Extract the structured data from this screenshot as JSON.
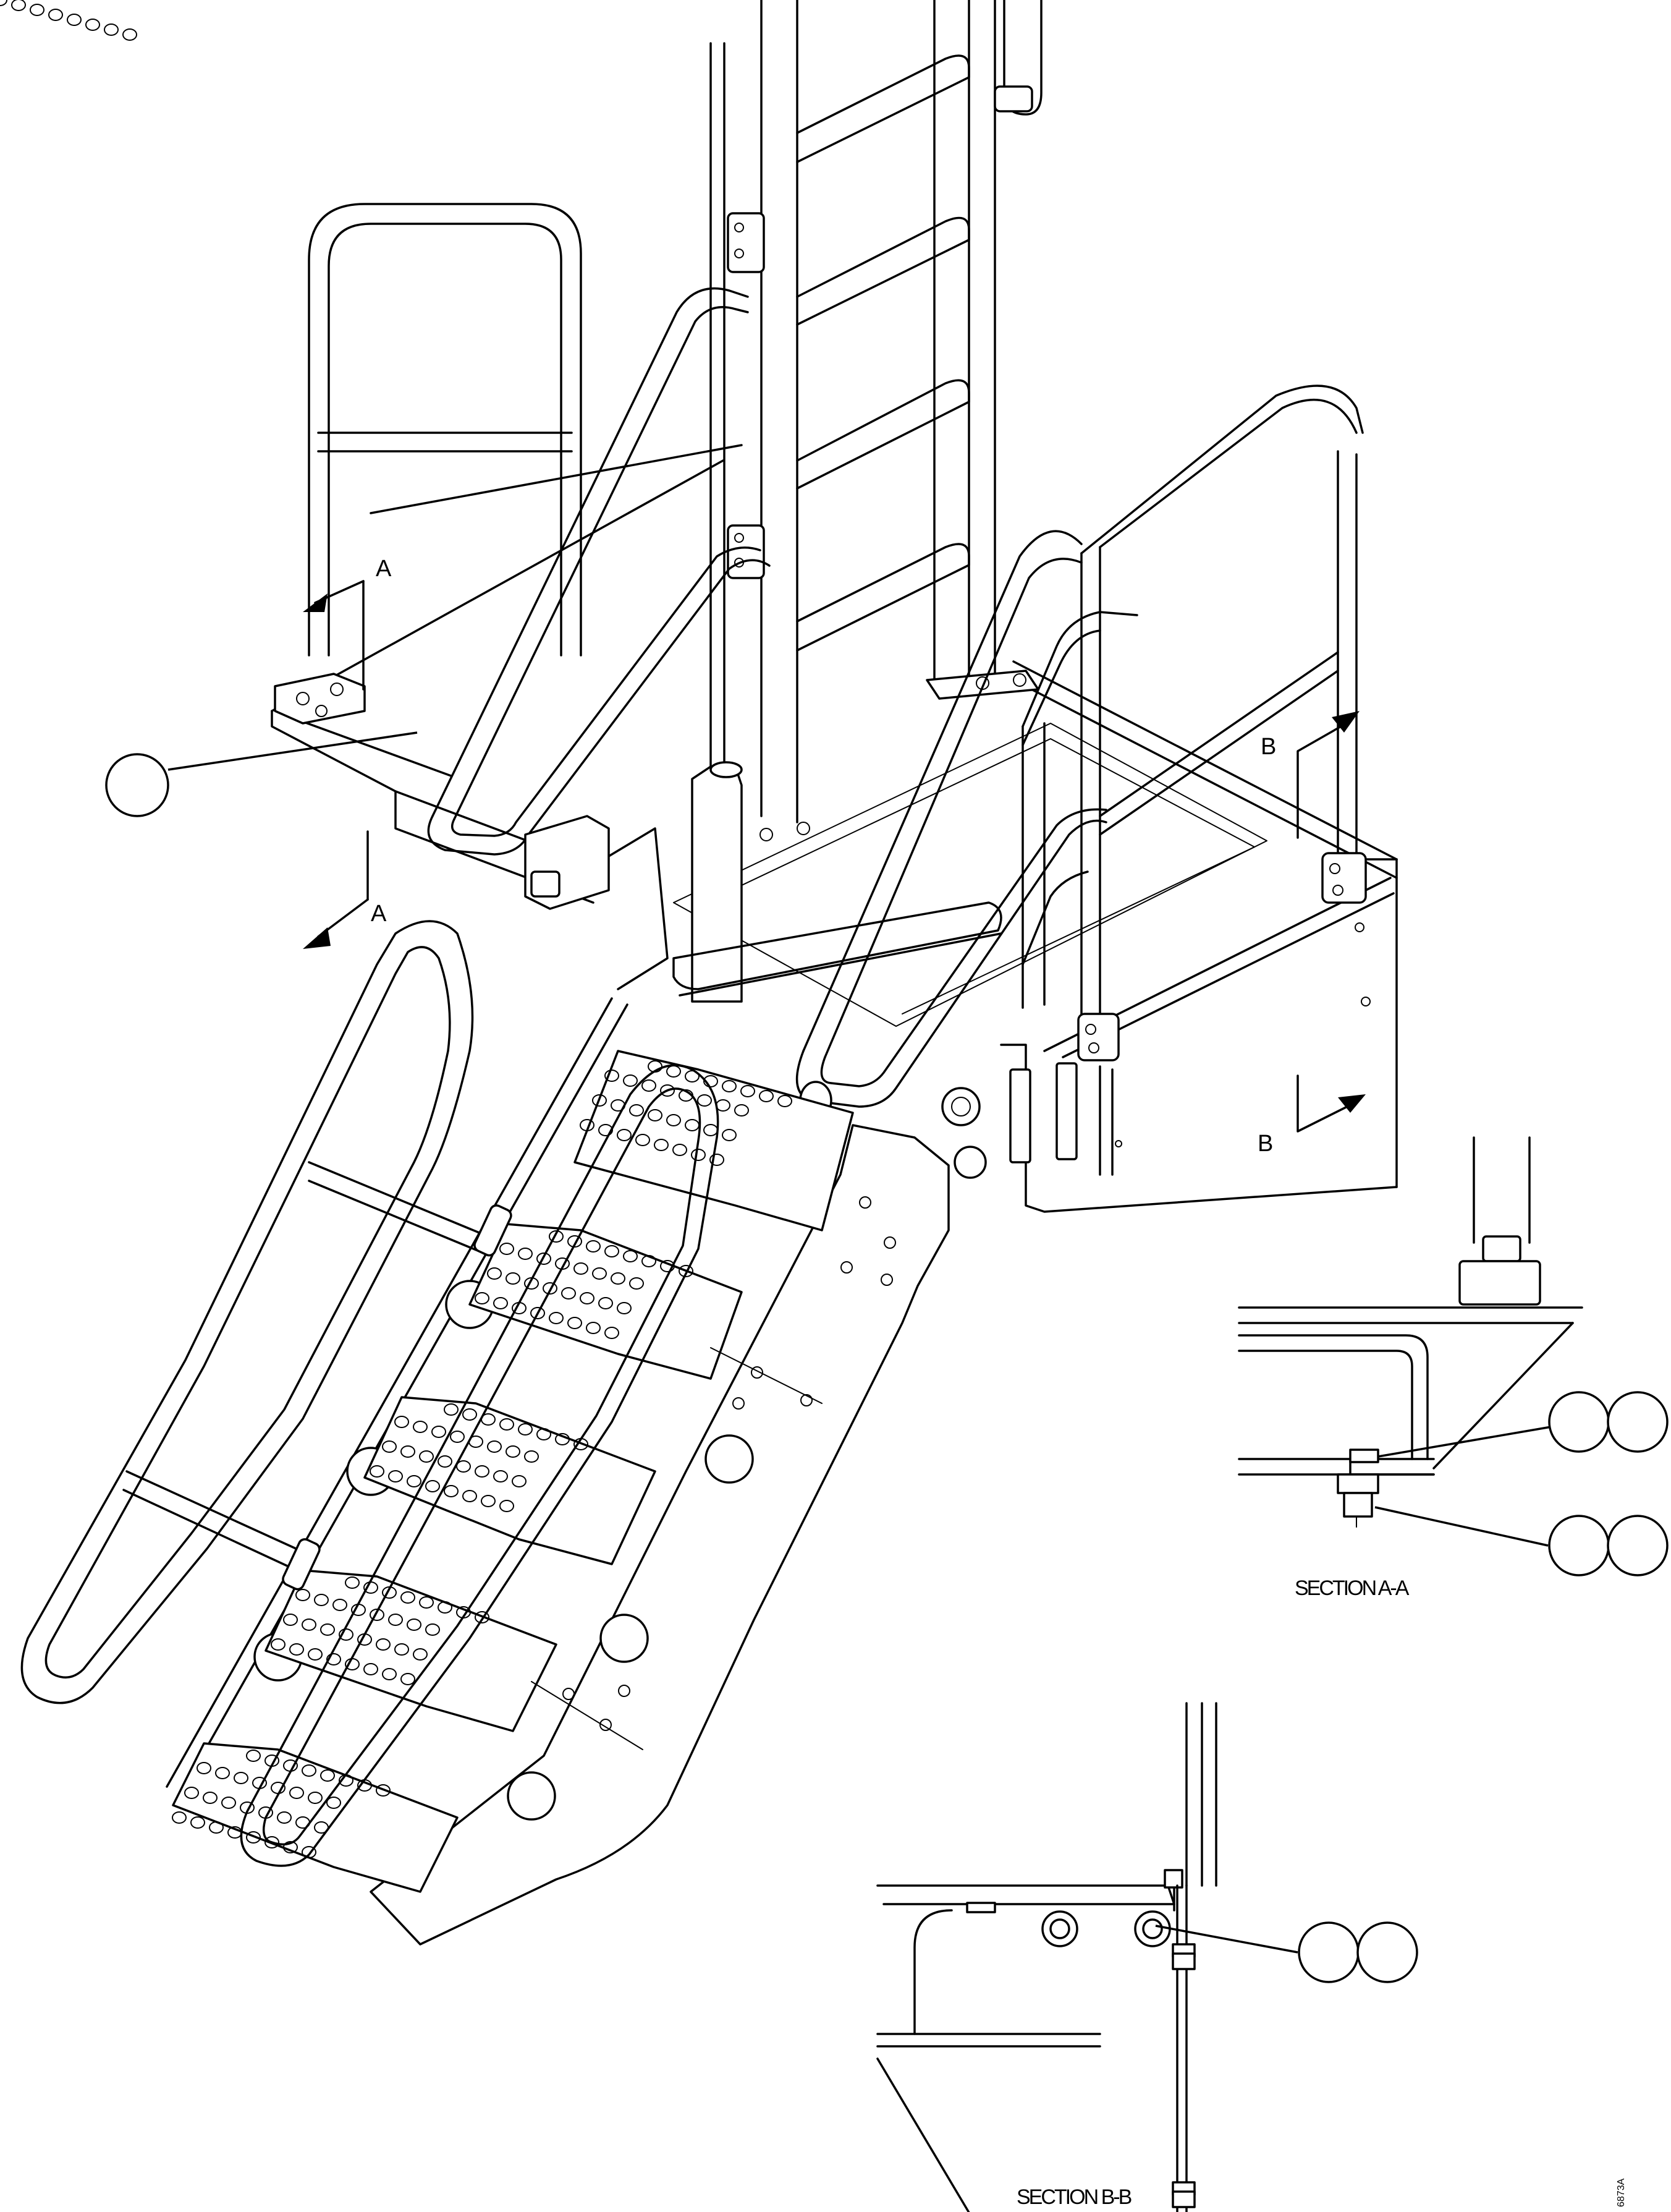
{
  "section_a_cut_letter": "A",
  "section_b_cut_letter": "B",
  "section_a_title": "SECTION A-A",
  "section_b_title": "SECTION B-B",
  "drawing_number": "6873A"
}
